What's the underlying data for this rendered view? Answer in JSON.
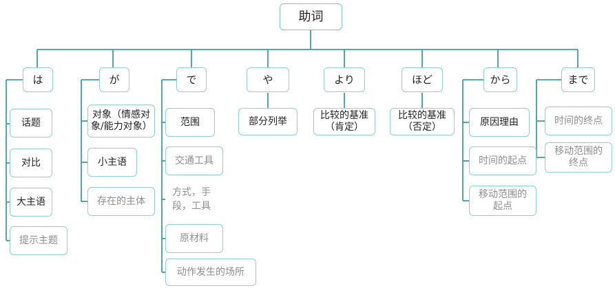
{
  "root": "助词",
  "branches": [
    {
      "head": "は",
      "items": [
        "话题",
        "对比",
        "大主语",
        "提示主题"
      ]
    },
    {
      "head": "が",
      "items": [
        "对象（情感对象/能力对象）",
        "小主语",
        "存在的主体"
      ]
    },
    {
      "head": "で",
      "items": [
        "范围",
        "交通工具",
        "方式，手段，工具",
        "原材料",
        "动作发生的场所"
      ]
    },
    {
      "head": "や",
      "items": [
        "部分列举"
      ]
    },
    {
      "head": "より",
      "items": [
        "比较的基准（肯定）"
      ]
    },
    {
      "head": "ほど",
      "items": [
        "比较的基准（否定）"
      ]
    },
    {
      "head": "から",
      "items": [
        "原因理由",
        "时间的起点",
        "移动范围的起点"
      ]
    },
    {
      "head": "まで",
      "items": [
        "时间的终点",
        "移动范围的终点"
      ]
    }
  ],
  "colors": {
    "line": "#3b9ea5",
    "border": "#8fcfd0",
    "dim_text": "#8e8e8e"
  }
}
